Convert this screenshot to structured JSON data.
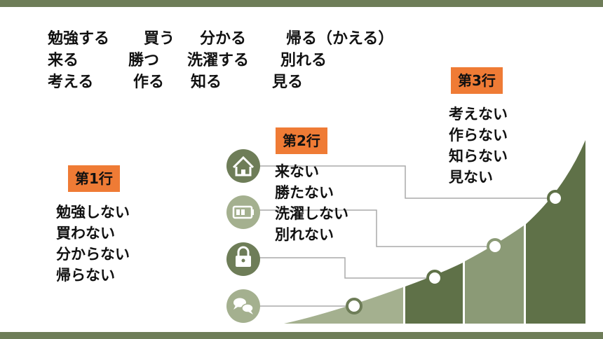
{
  "top_words": [
    [
      "勉強する",
      "買う",
      "分かる",
      "帰る（かえる）"
    ],
    [
      "来る",
      "勝つ",
      "洗濯する",
      "別れる"
    ],
    [
      "考える",
      "作る",
      "知る",
      "見る"
    ]
  ],
  "group1": {
    "badge": "第1行",
    "items": [
      "勉強しない",
      "買わない",
      "分からない",
      "帰らない"
    ]
  },
  "group2": {
    "badge": "第2行",
    "items": [
      "来ない",
      "勝たない",
      "洗濯しない",
      "別れない"
    ]
  },
  "group3": {
    "badge": "第3行",
    "items": [
      "考えない",
      "作らない",
      "知らない",
      "見ない"
    ]
  },
  "icons": [
    "home-icon",
    "battery-icon",
    "lock-icon",
    "chat-icon"
  ],
  "colors": {
    "accent": "#ef7b35",
    "green_dark": "#5f7148",
    "green_mid": "#8b9a76",
    "green_light": "#a4b08f",
    "icon_bg": "#6e7d58",
    "connector": "#aaaaaa"
  }
}
